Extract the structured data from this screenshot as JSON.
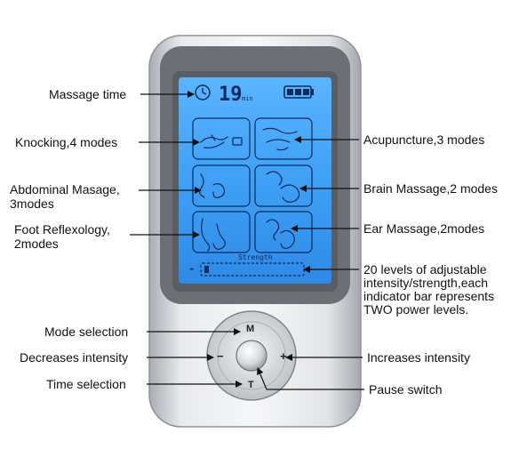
{
  "device": {
    "time_value": "19",
    "time_unit": "min",
    "strength_label": "Strength",
    "minus_sign": "-",
    "plus_sign": "+",
    "btn_mode": "M",
    "btn_minus": "−",
    "btn_plus": "+",
    "btn_time": "T",
    "lcd_color": "#3fa0f5",
    "body_color": "#c9ccd1"
  },
  "labels": {
    "massage_time": "Massage time",
    "knocking": "Knocking,4 modes",
    "abdominal": "Abdominal Masage, 3modes",
    "foot": "Foot Reflexology, 2modes",
    "acupuncture": "Acupuncture,3 modes",
    "brain": "Brain Massage,2 modes",
    "ear": "Ear Massage,2modes",
    "levels": "20 levels of adjustable intensity/strength,each indicator bar represents TWO power levels.",
    "mode_selection": "Mode selection",
    "decreases": "Decreases intensity",
    "time_selection": "Time selection",
    "increases": "Increases intensity",
    "pause": "Pause switch"
  }
}
